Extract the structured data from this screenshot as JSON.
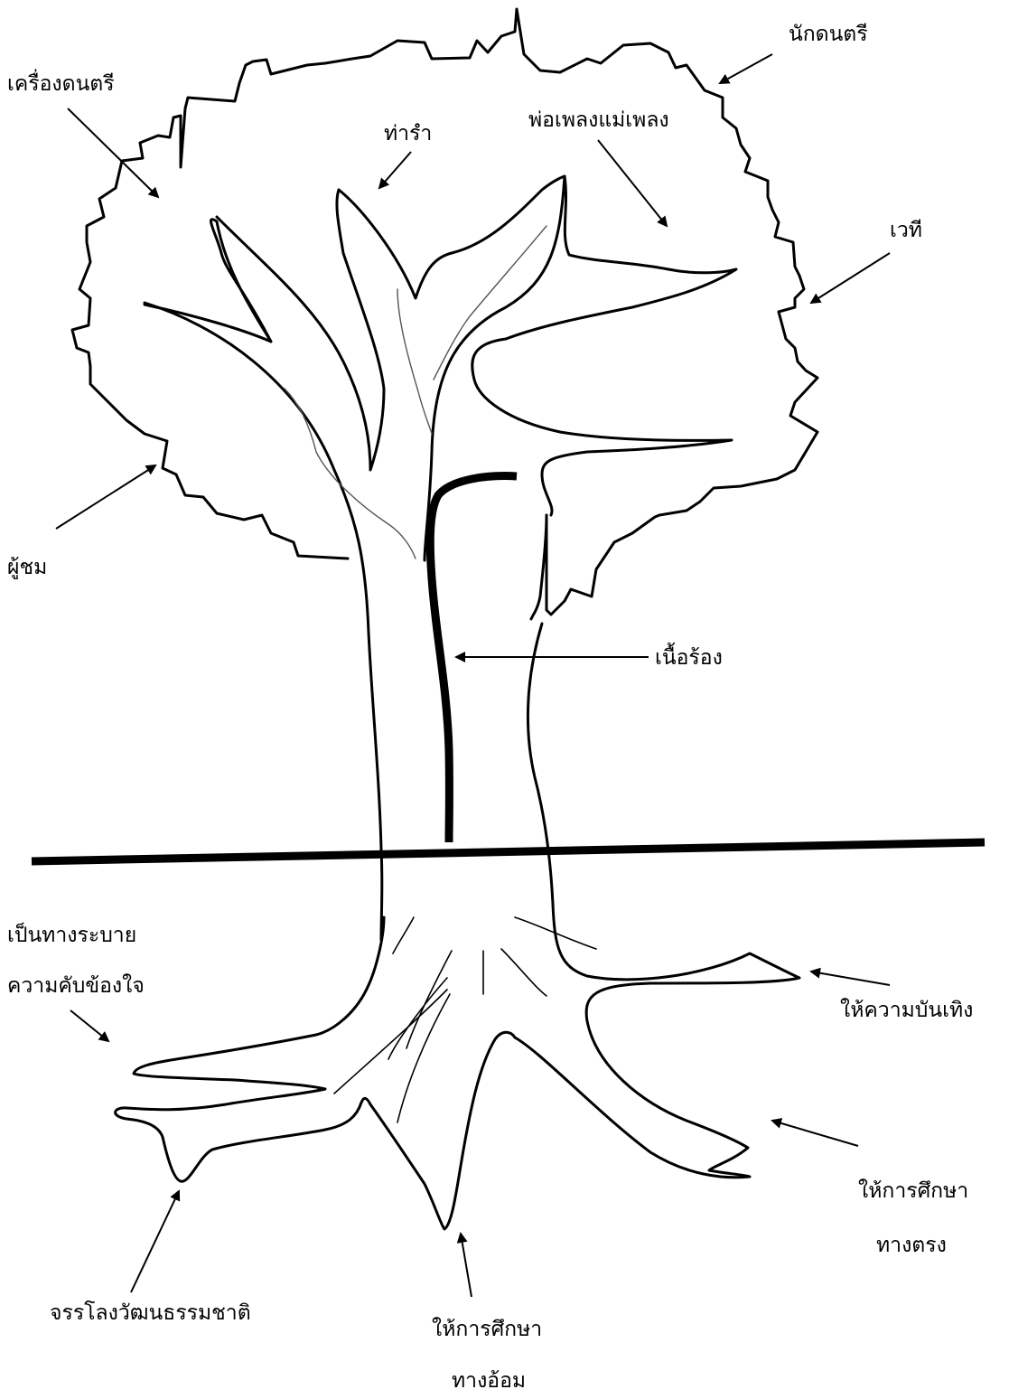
{
  "labels": {
    "musician": "นักดนตรี",
    "instrument": "เครื่องดนตรี",
    "dance": "ท่ารำ",
    "teacher": "พ่อเพลงแม่เพลง",
    "stage": "เวที",
    "audience": "ผู้ชม",
    "lyrics": "เนื้อร้อง",
    "relief_1": "เป็นทางระบาย",
    "relief_2": "ความคับข้องใจ",
    "entertain": "ให้ความบันเทิง",
    "direct_1": "ให้การศึกษา",
    "direct_2": "ทางตรง",
    "culture": "จรรโลงวัฒนธรรมชาติ",
    "indirect_1": "ให้การศึกษา",
    "indirect_2": "ทางอ้อม"
  }
}
